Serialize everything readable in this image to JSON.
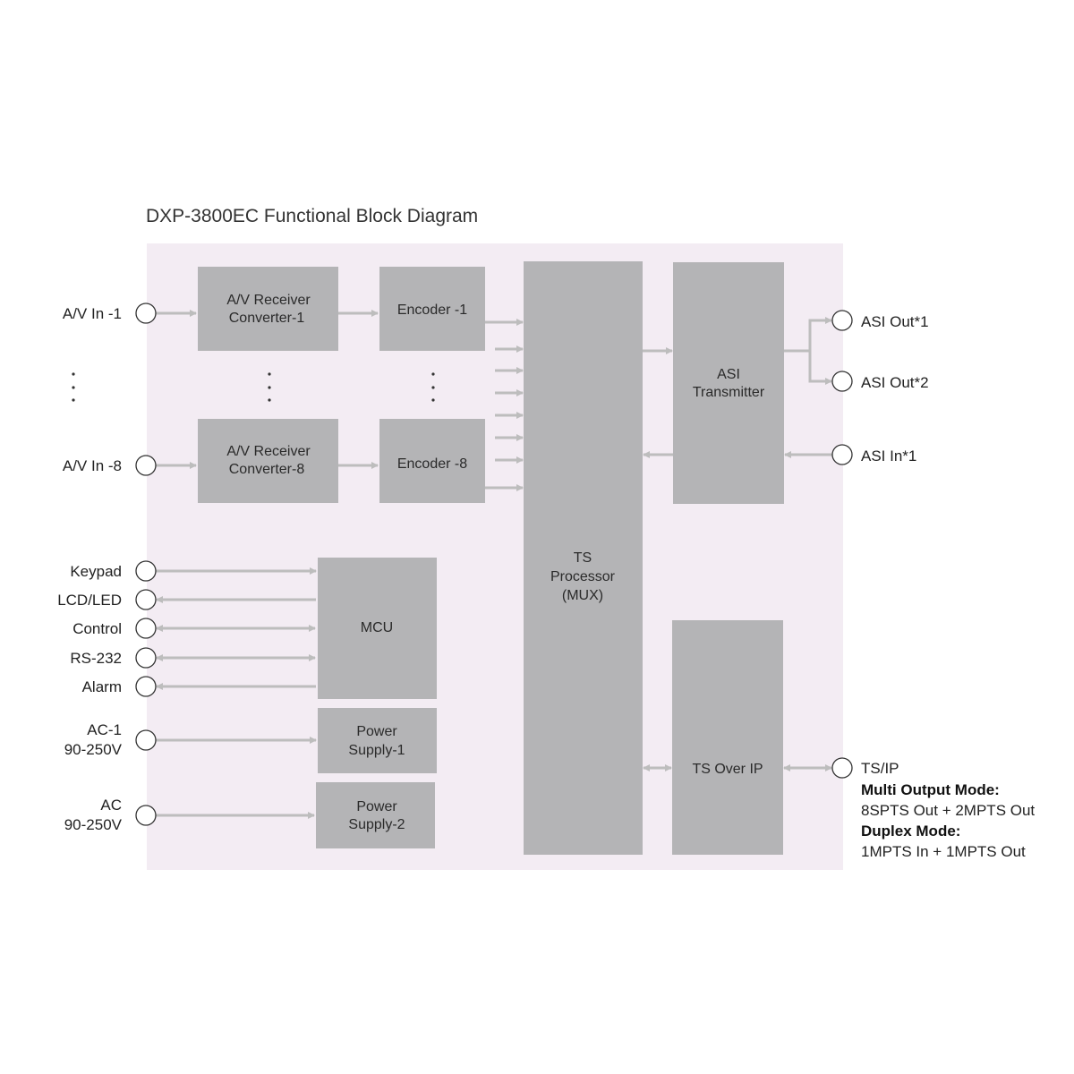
{
  "title": "DXP-3800EC Functional Block Diagram",
  "colors": {
    "panel": "#f3ecf3",
    "block": "#b4b4b6",
    "arrow": "#bdbdbd"
  },
  "blocks": {
    "av_rx_1": [
      "A/V Receiver",
      "Converter-1"
    ],
    "av_rx_8": [
      "A/V Receiver",
      "Converter-8"
    ],
    "encoder_1": "Encoder -1",
    "encoder_8": "Encoder -8",
    "ts_processor": [
      "TS",
      "Processor",
      "(MUX)"
    ],
    "asi_transmitter": [
      "ASI",
      "Transmitter"
    ],
    "ts_over_ip": "TS Over IP",
    "mcu": "MCU",
    "power_supply_1": [
      "Power",
      "Supply-1"
    ],
    "power_supply_2": [
      "Power",
      "Supply-2"
    ]
  },
  "inputs": {
    "av_in_1": "A/V In -1",
    "av_in_8": "A/V In -8",
    "keypad": "Keypad",
    "lcd_led": "LCD/LED",
    "control": "Control",
    "rs232": "RS-232",
    "alarm": "Alarm",
    "ac1": [
      "AC-1",
      "90-250V"
    ],
    "ac": [
      "AC",
      "90-250V"
    ]
  },
  "outputs": {
    "asi_out_1": "ASI Out*1",
    "asi_out_2": "ASI Out*2",
    "asi_in_1": "ASI In*1",
    "ts_ip": "TS/IP",
    "multi_output_mode": "Multi Output Mode:",
    "multi_output_desc": "8SPTS Out + 2MPTS Out",
    "duplex_mode": "Duplex Mode:",
    "duplex_desc": "1MPTS In + 1MPTS Out"
  }
}
